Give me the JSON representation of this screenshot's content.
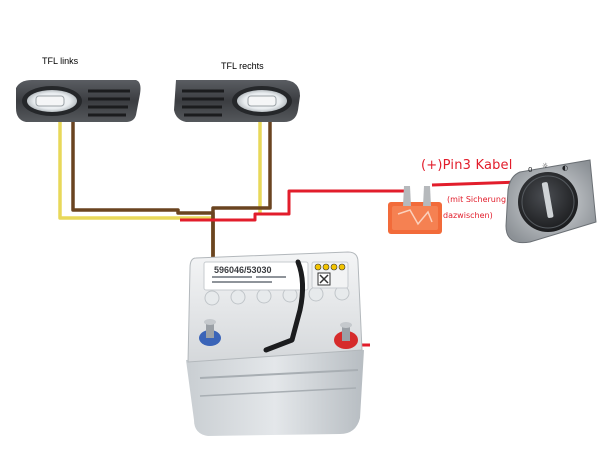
{
  "labels": {
    "drl_left": "TFL links",
    "drl_right": "TFL rechts",
    "pin3_cable": "(+)Pin3 Kabel",
    "fuse_note_line1": "(mit Sicherung",
    "fuse_note_line2": "dazwischen)"
  },
  "battery": {
    "model_label": "596046/53030",
    "terminal_negative": "-",
    "terminal_positive": "+"
  },
  "colors": {
    "wire_yellow": "#e8d85a",
    "wire_brown": "#6a4420",
    "wire_red": "#e21d2b",
    "fuse_orange": "#f26b3a",
    "text_red": "#e21d2b"
  },
  "icons": [
    "drl-lamp-left-icon",
    "drl-lamp-right-icon",
    "car-battery-icon",
    "inline-fuse-icon",
    "headlight-switch-icon"
  ]
}
